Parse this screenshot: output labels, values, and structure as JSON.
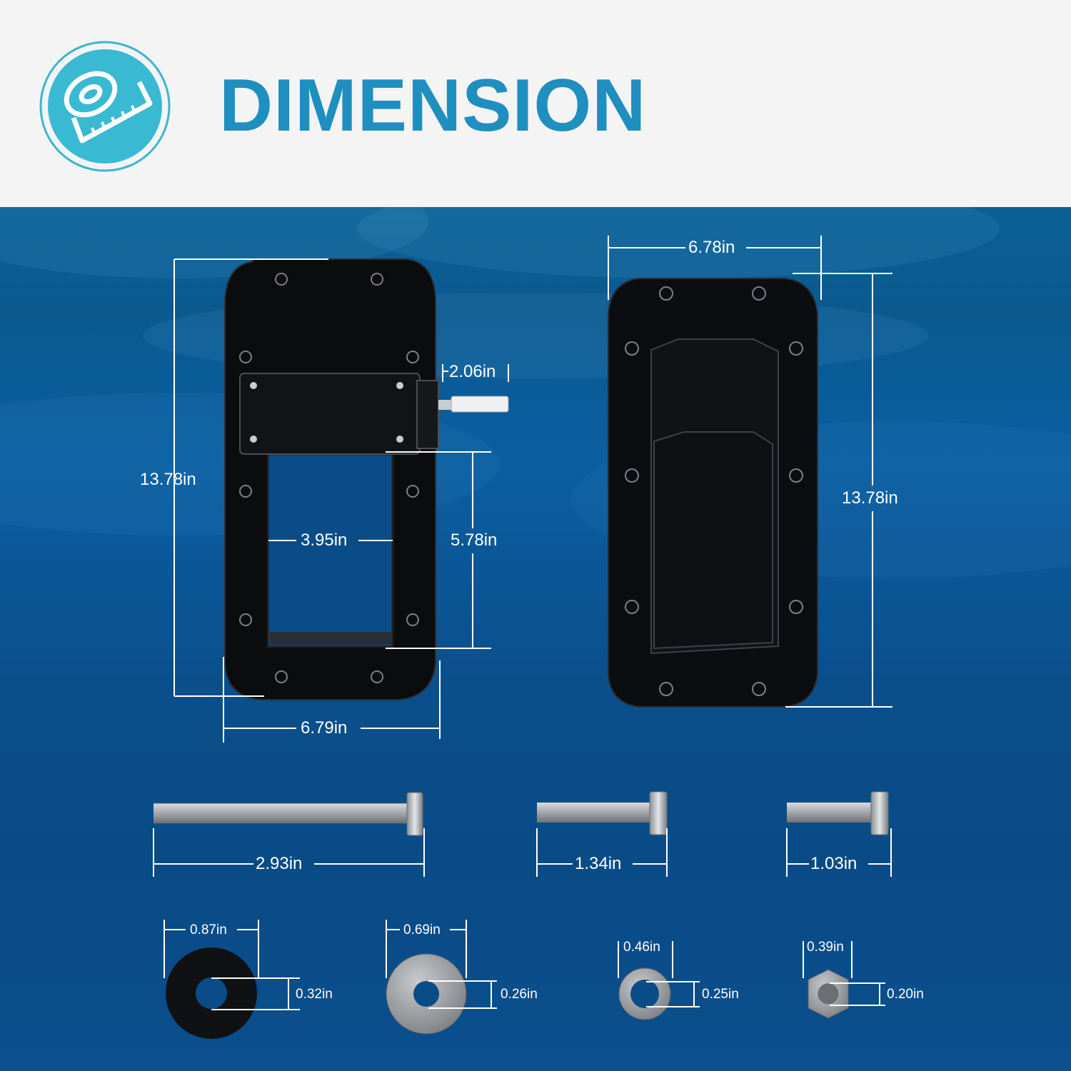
{
  "header": {
    "title": "DIMENSION",
    "icon": "measuring-tape-icon",
    "accent": "#1f8fc0"
  },
  "plate_front": {
    "height": "13.78in",
    "width": "6.79in",
    "latch": "2.06in",
    "opening_width": "3.95in",
    "opening_height": "5.78in"
  },
  "plate_back": {
    "width": "6.78in",
    "height": "13.78in"
  },
  "bolts": [
    {
      "length": "2.93in"
    },
    {
      "length": "1.34in"
    },
    {
      "length": "1.03in"
    }
  ],
  "washers": [
    {
      "outer": "0.87in",
      "inner": "0.32in"
    },
    {
      "outer": "0.69in",
      "inner": "0.26in"
    },
    {
      "outer": "0.46in",
      "inner": "0.25in"
    },
    {
      "outer": "0.39in",
      "inner": "0.20in"
    }
  ]
}
